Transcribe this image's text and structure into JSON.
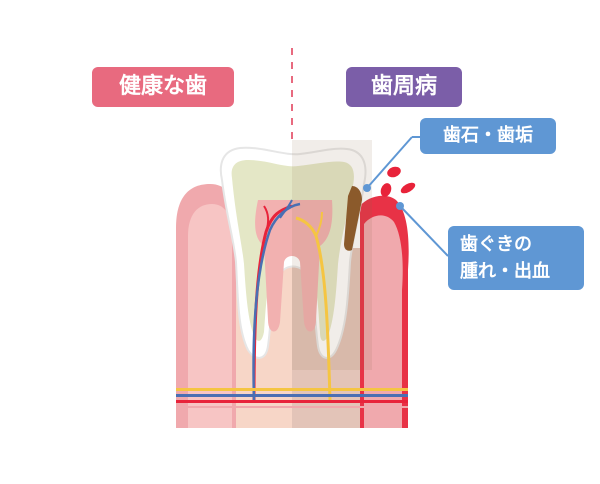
{
  "labels": {
    "healthy": "健康な歯",
    "periodontal": "歯周病",
    "tartar_plaque": "歯石・歯垢",
    "gum_line1": "歯ぐきの",
    "gum_line2": "腫れ・出血"
  },
  "colors": {
    "healthy_label": "#e86a7f",
    "periodontal_label": "#7b5ea8",
    "callout": "#5f97d4",
    "gum_healthy": "#f0a9ad",
    "gum_inflamed": "#e83246",
    "enamel": "#ffffff",
    "dentin": "#e4e7c6",
    "pulp": "#f2b1b0",
    "tartar": "#8b5a2b",
    "blood": "#e8233a",
    "artery": "#e8233a",
    "vein": "#4a6fb3",
    "nerve": "#f5c542",
    "bone": "#f7d6c7",
    "divider": "#e86a7f"
  }
}
